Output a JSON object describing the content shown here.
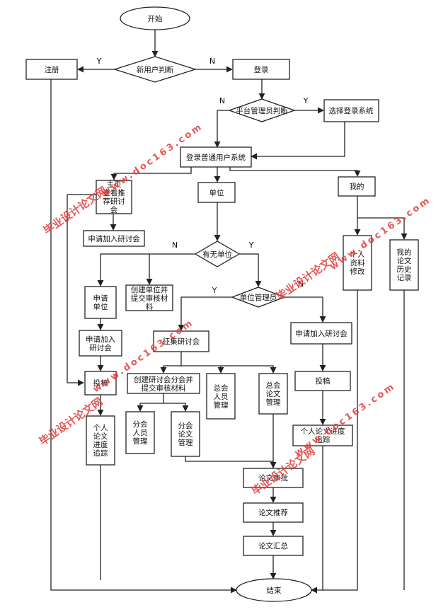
{
  "nodes": {
    "start": "开始",
    "new_user": "新用户判断",
    "register": "注册",
    "login": "登录",
    "admin_check": "平台管理员判断",
    "choose_system": "选择登录系统",
    "normal_login": "登录普通用户系统",
    "home": "主页\n查看推\n荐研讨\n会",
    "unit": "单位",
    "mine": "我的",
    "apply_seminar_top": "申请加入研讨会",
    "has_unit": "有无单位",
    "profile": "个人\n资料\n修改",
    "history": "我的\n论文\n历史\n记录",
    "apply_unit": "申请\n单位",
    "create_unit": "创建单位并\n提交审核材\n料",
    "unit_admin": "单位管理员",
    "apply_seminar_left": "申请加入\n研讨会",
    "collect_seminar": "征集研讨会",
    "apply_seminar_right": "申请加入研讨会",
    "submit_left": "投稿",
    "create_branch": "创建研讨会分会并\n提交审核材料",
    "general_members": "总会\n人员\n管理",
    "general_papers": "总会\n论文\n管理",
    "submit_right": "投稿",
    "track_left": "个人\n论文\n进度\n追踪",
    "branch_members": "分会\n人员\n管理",
    "branch_papers": "分会\n论文\n管理",
    "track_right": "个人论文进度\n追踪",
    "review": "论文审批",
    "recommend": "论文推荐",
    "summary": "论文汇总",
    "end": "结束"
  },
  "edge_labels": {
    "yes": "Y",
    "no": "N"
  },
  "watermark": {
    "site": "www.doc163.com",
    "name": "毕业设计论文网"
  }
}
